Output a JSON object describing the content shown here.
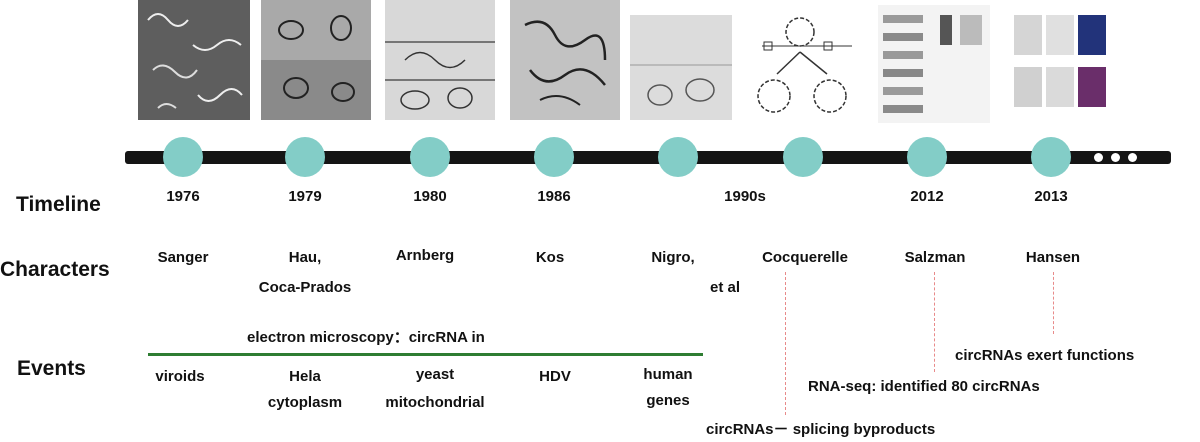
{
  "row_labels": {
    "timeline": "Timeline",
    "characters": "Characters",
    "events": "Events"
  },
  "years": [
    "1976",
    "1979",
    "1980",
    "1986",
    "1990s",
    "2012",
    "2013"
  ],
  "characters": {
    "sanger": "Sanger",
    "hau_line1": "Hau,",
    "hau_line2": "Coca-Prados",
    "arnberg": "Arnberg",
    "kos": "Kos",
    "nigro_line1": "Nigro,",
    "nigro_line2": "et al",
    "cocquerelle": "Cocquerelle",
    "salzman": "Salzman",
    "hansen": "Hansen"
  },
  "events": {
    "shared_caption": "electron microscopy：circRNA in",
    "viroids": "viroids",
    "hela_line1": "Hela",
    "hela_line2": "cytoplasm",
    "yeast_line1": "yeast",
    "yeast_line2": "mitochondrial",
    "hdv": "HDV",
    "human_line1": "human",
    "human_line2": "genes",
    "hansen_event": "circRNAs exert functions",
    "salzman_event": "RNA-seq: identified 80 circRNAs",
    "cocquerelle_event": "circRNAs－ splicing byproducts"
  },
  "colors": {
    "node": "#83cdc7",
    "bar": "#151515",
    "green_line": "#2e7d32",
    "dash": "#e88a8a"
  }
}
